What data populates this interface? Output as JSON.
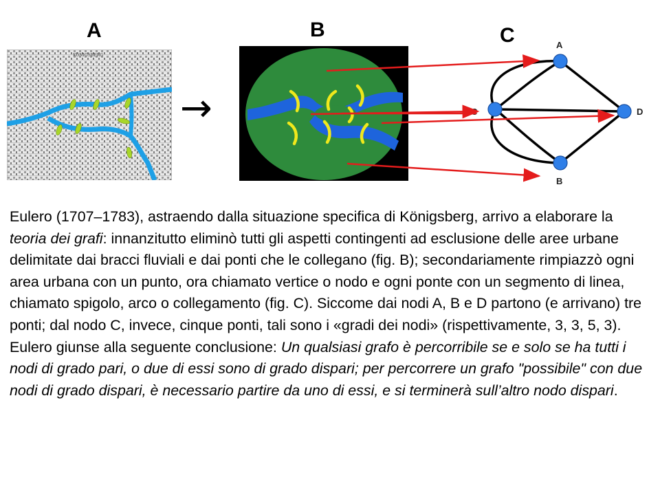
{
  "figure_labels": {
    "a": "A",
    "b": "B",
    "c": "C"
  },
  "map_a": {
    "caption": "KÖNIGSBERG",
    "river_color": "#1ea0e6",
    "bridge_color": "#a8d62a"
  },
  "arrow_glyph": "→",
  "fig_b": {
    "land_color": "#2e8b3c",
    "water_color": "#1e64dc",
    "bridge_color": "#f0e81c"
  },
  "graph_c": {
    "nodes": {
      "a": "A",
      "b": "B",
      "c": "C",
      "d": "D"
    },
    "node_color": "#2f7fe8",
    "connector_color": "#e41c1c"
  },
  "text": {
    "p1_part1": "Eulero (1707–1783), astraendo dalla situazione specifica di Königsberg, arrivo a elaborare la ",
    "p1_italic1": "teoria dei grafi",
    "p1_part2": ": innanzitutto eliminò tutti gli aspetti contingenti ad esclusione delle aree urbane delimitate dai bracci fluviali e dai ponti che le collegano (fig. B); secondariamente rimpiazzò ogni area urbana con un punto, ora chiamato vertice o nodo e ogni ponte con un segmento di linea, chiamato spigolo, arco o collegamento (fig. C). Siccome dai nodi A, B e D partono (e arrivano) tre ponti; dal nodo C, invece, cinque ponti, tali sono i «gradi dei nodi» (rispettivamente, 3, 3, 5, 3).",
    "p2_part1": "Eulero giunse alla seguente conclusione: ",
    "p2_italic1": "Un qualsiasi grafo è percorribile se e solo se ha tutti i nodi di grado pari, o due di essi sono di grado dispari; per percorrere un grafo \"possibile\" con due nodi di grado dispari, è necessario partire da uno di essi, e si terminerà sull’altro nodo dispari",
    "p2_part2": "."
  }
}
